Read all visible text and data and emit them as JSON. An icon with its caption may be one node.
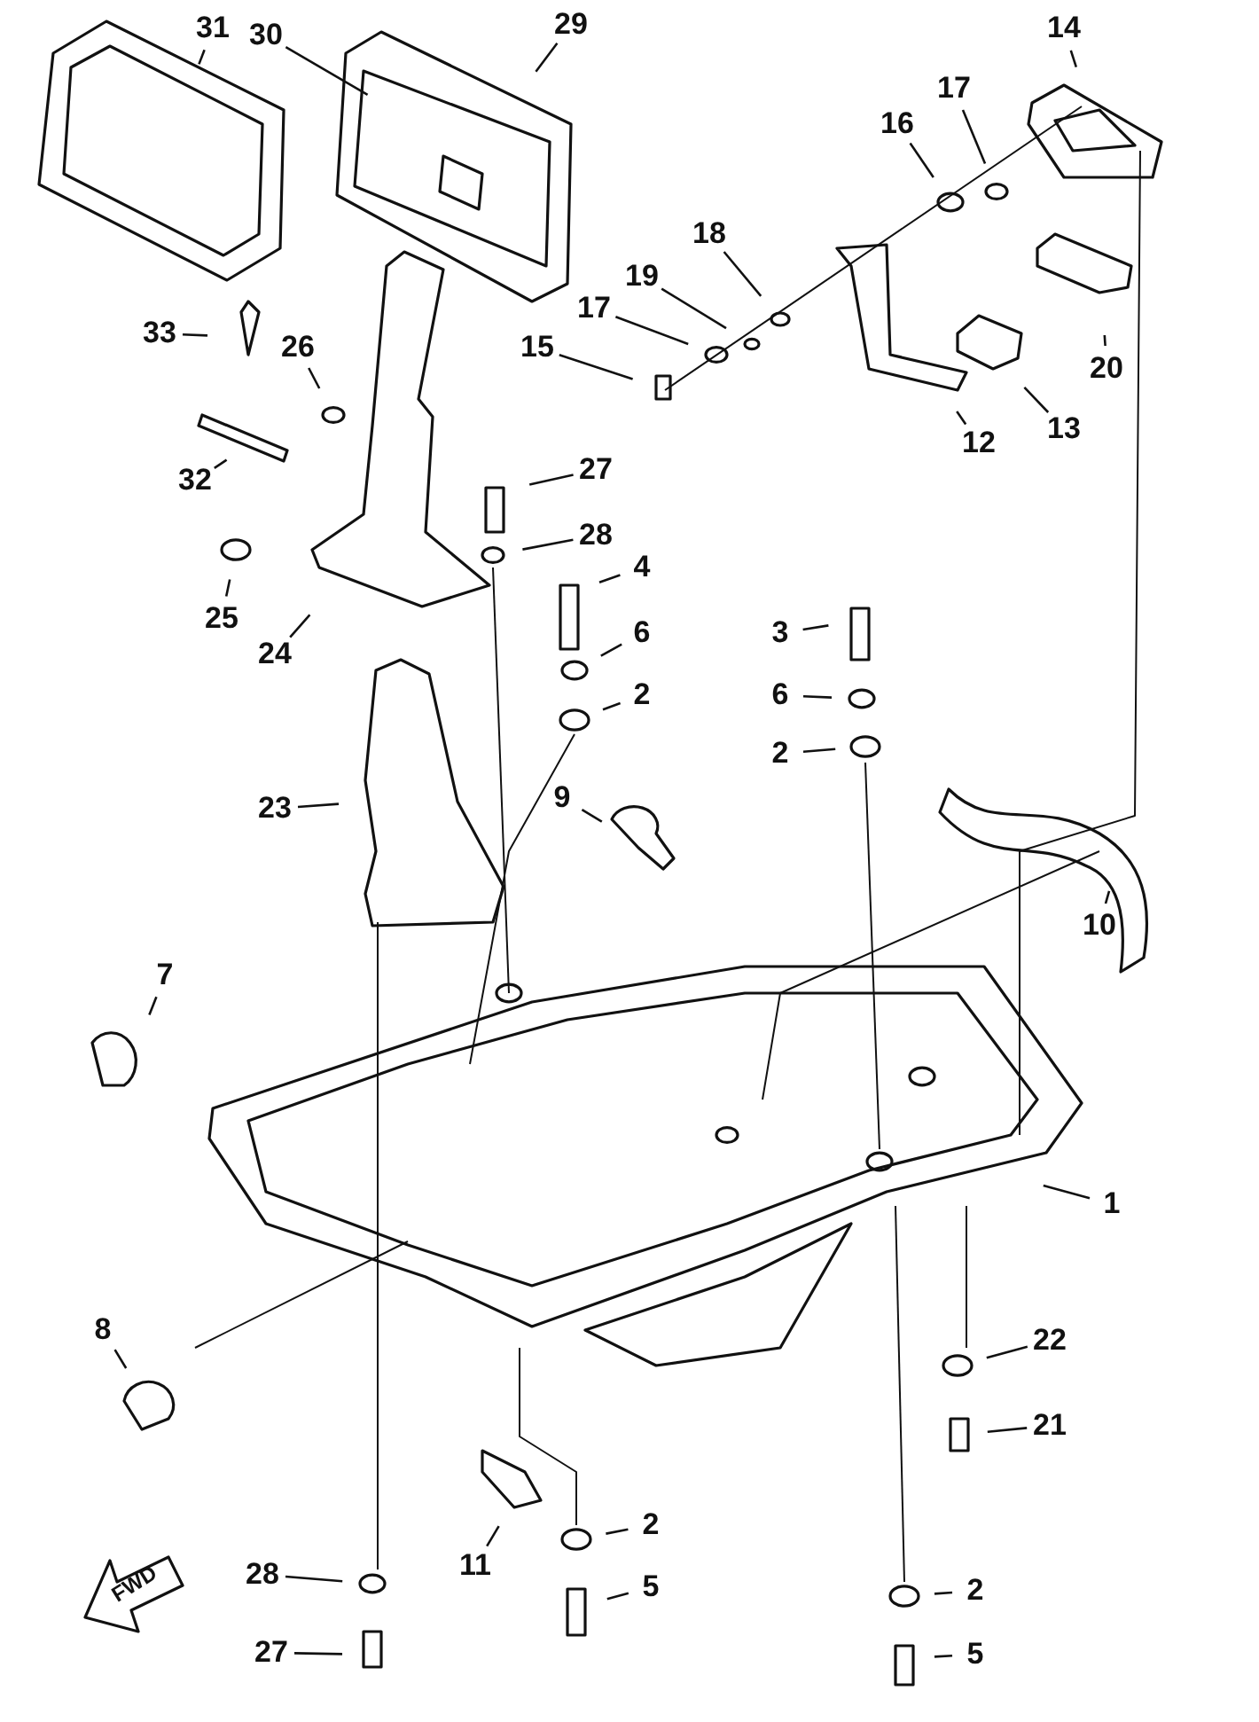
{
  "diagram": {
    "nodes": [
      {
        "text": [
          "31"
        ]
      },
      {
        "text": [
          "30"
        ]
      },
      {
        "text": [
          "29"
        ]
      },
      {
        "text": [
          "14"
        ]
      },
      {
        "text": [
          "17"
        ]
      },
      {
        "text": [
          "16"
        ]
      },
      {
        "text": [
          "18"
        ]
      },
      {
        "text": [
          "19"
        ]
      },
      {
        "text": [
          "17"
        ]
      },
      {
        "text": [
          "15"
        ]
      },
      {
        "text": [
          "13"
        ]
      },
      {
        "text": [
          "20"
        ]
      },
      {
        "text": [
          "12"
        ]
      },
      {
        "text": [
          "33"
        ]
      },
      {
        "text": [
          "26"
        ]
      },
      {
        "text": [
          "32"
        ]
      },
      {
        "text": [
          "27"
        ]
      },
      {
        "text": [
          "28"
        ]
      },
      {
        "text": [
          "25"
        ]
      },
      {
        "text": [
          "24"
        ]
      },
      {
        "text": [
          "4"
        ]
      },
      {
        "text": [
          "6"
        ]
      },
      {
        "text": [
          "2"
        ]
      },
      {
        "text": [
          "3"
        ]
      },
      {
        "text": [
          "6"
        ]
      },
      {
        "text": [
          "2"
        ]
      },
      {
        "text": [
          "23"
        ]
      },
      {
        "text": [
          "9"
        ]
      },
      {
        "text": [
          "10"
        ]
      },
      {
        "text": [
          "7"
        ]
      },
      {
        "text": [
          "1"
        ]
      },
      {
        "text": [
          "8"
        ]
      },
      {
        "text": [
          "22"
        ]
      },
      {
        "text": [
          "21"
        ]
      },
      {
        "text": [
          "11"
        ]
      },
      {
        "text": [
          "2"
        ]
      },
      {
        "text": [
          "5"
        ]
      },
      {
        "text": [
          "28"
        ]
      },
      {
        "text": [
          "27"
        ]
      },
      {
        "text": [
          "2"
        ]
      },
      {
        "text": [
          "5"
        ]
      }
    ],
    "edges": [
      {
        "from": 0,
        "to": null,
        "arrow": "none"
      },
      {
        "from": 1,
        "to": null,
        "arrow": "none"
      },
      {
        "from": 2,
        "to": null,
        "arrow": "none"
      },
      {
        "from": 3,
        "to": null,
        "arrow": "none"
      },
      {
        "from": 4,
        "to": null,
        "arrow": "none"
      },
      {
        "from": 5,
        "to": null,
        "arrow": "none"
      },
      {
        "from": 6,
        "to": null,
        "arrow": "none"
      },
      {
        "from": 7,
        "to": null,
        "arrow": "none"
      },
      {
        "from": 8,
        "to": null,
        "arrow": "none"
      },
      {
        "from": 9,
        "to": null,
        "arrow": "none"
      },
      {
        "from": 10,
        "to": null,
        "arrow": "none"
      },
      {
        "from": 11,
        "to": null,
        "arrow": "none"
      },
      {
        "from": 12,
        "to": null,
        "arrow": "none"
      },
      {
        "from": 13,
        "to": null,
        "arrow": "none"
      },
      {
        "from": 14,
        "to": null,
        "arrow": "none"
      },
      {
        "from": 15,
        "to": null,
        "arrow": "none"
      },
      {
        "from": 16,
        "to": null,
        "arrow": "none"
      },
      {
        "from": 17,
        "to": null,
        "arrow": "none"
      },
      {
        "from": 18,
        "to": null,
        "arrow": "none"
      },
      {
        "from": 19,
        "to": null,
        "arrow": "none"
      },
      {
        "from": 20,
        "to": null,
        "arrow": "none"
      },
      {
        "from": 21,
        "to": null,
        "arrow": "none"
      },
      {
        "from": 22,
        "to": null,
        "arrow": "none"
      },
      {
        "from": 23,
        "to": null,
        "arrow": "none"
      },
      {
        "from": 24,
        "to": null,
        "arrow": "none"
      },
      {
        "from": 25,
        "to": null,
        "arrow": "none"
      },
      {
        "from": 26,
        "to": null,
        "arrow": "none"
      },
      {
        "from": 27,
        "to": null,
        "arrow": "none"
      },
      {
        "from": 28,
        "to": null,
        "arrow": "none"
      },
      {
        "from": 29,
        "to": null,
        "arrow": "none"
      },
      {
        "from": 30,
        "to": null,
        "arrow": "none"
      },
      {
        "from": 31,
        "to": null,
        "arrow": "none"
      },
      {
        "from": 32,
        "to": null,
        "arrow": "none"
      },
      {
        "from": 33,
        "to": null,
        "arrow": "none"
      },
      {
        "from": 34,
        "to": null,
        "arrow": "none"
      },
      {
        "from": 35,
        "to": null,
        "arrow": "none"
      },
      {
        "from": 36,
        "to": null,
        "arrow": "none"
      },
      {
        "from": 37,
        "to": null,
        "arrow": "none"
      },
      {
        "from": 38,
        "to": null,
        "arrow": "none"
      },
      {
        "from": 39,
        "to": null,
        "arrow": "none"
      },
      {
        "from": 40,
        "to": null,
        "arrow": "none"
      }
    ],
    "labels": [
      "FWD"
    ]
  }
}
